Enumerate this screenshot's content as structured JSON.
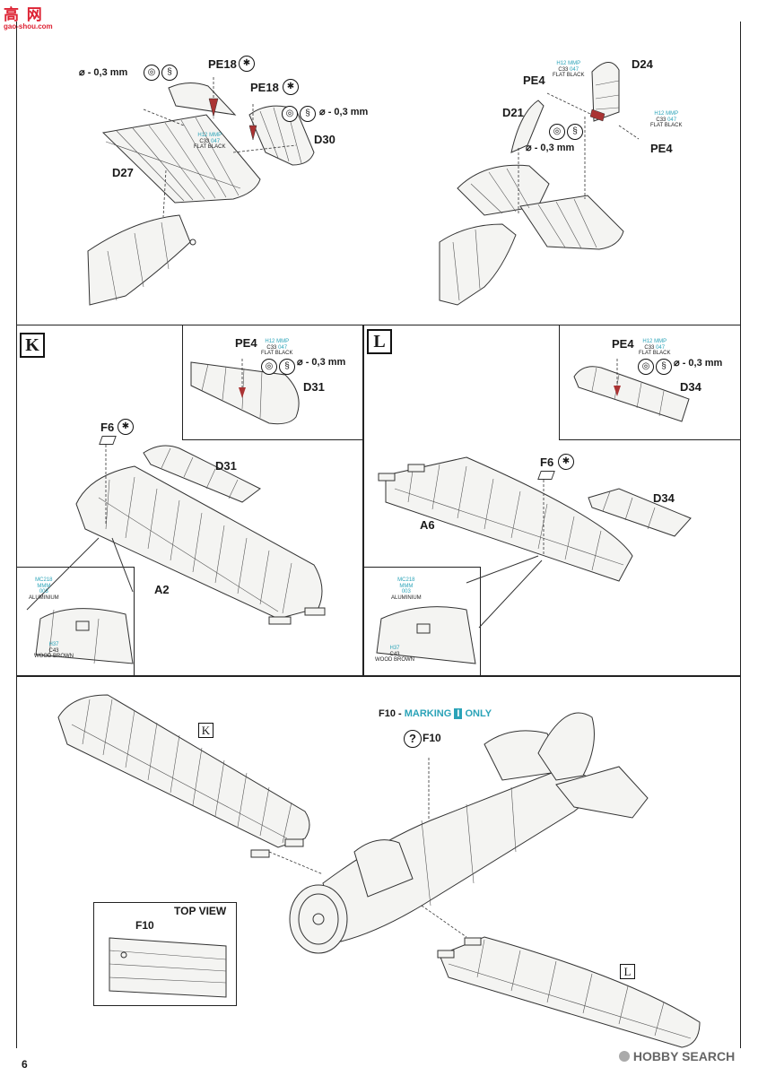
{
  "watermark": {
    "cn_text": "高 网",
    "url": "gao-shou.com"
  },
  "page_number": "6",
  "footer_logo": {
    "brand": "HOBBY SEARCH"
  },
  "drill_size": "- 0,3 mm",
  "paint": {
    "h12": "H12",
    "mmp": "MMP",
    "c33": "C33",
    "n047": "047",
    "flat_black": "FLAT BLACK",
    "mc218": "MC218",
    "mmm": "MMM",
    "n003": "003",
    "aluminium": "ALUMINIUM",
    "h37": "H37",
    "c43": "C43",
    "wood_brown": "WOOD BROWN"
  },
  "top_left": {
    "pe18_a": "PE18",
    "pe18_b": "PE18",
    "d27": "D27",
    "d30": "D30"
  },
  "top_right": {
    "pe4_a": "PE4",
    "pe4_b": "PE4",
    "d21": "D21",
    "d24": "D24"
  },
  "step_k": {
    "letter": "K",
    "pe4": "PE4",
    "d31_inset": "D31",
    "f6": "F6",
    "d31": "D31",
    "a2": "A2"
  },
  "step_l": {
    "letter": "L",
    "pe4": "PE4",
    "d34_inset": "D34",
    "f6": "F6",
    "a6": "A6",
    "d34": "D34"
  },
  "bottom": {
    "k_label": "K",
    "l_label": "L",
    "marking_prefix": "F10 - ",
    "marking_word": "MARKING",
    "marking_letter": "I",
    "marking_suffix": "ONLY",
    "f10": "F10",
    "question": "?",
    "top_view": "TOP VIEW",
    "top_view_f10": "F10"
  }
}
